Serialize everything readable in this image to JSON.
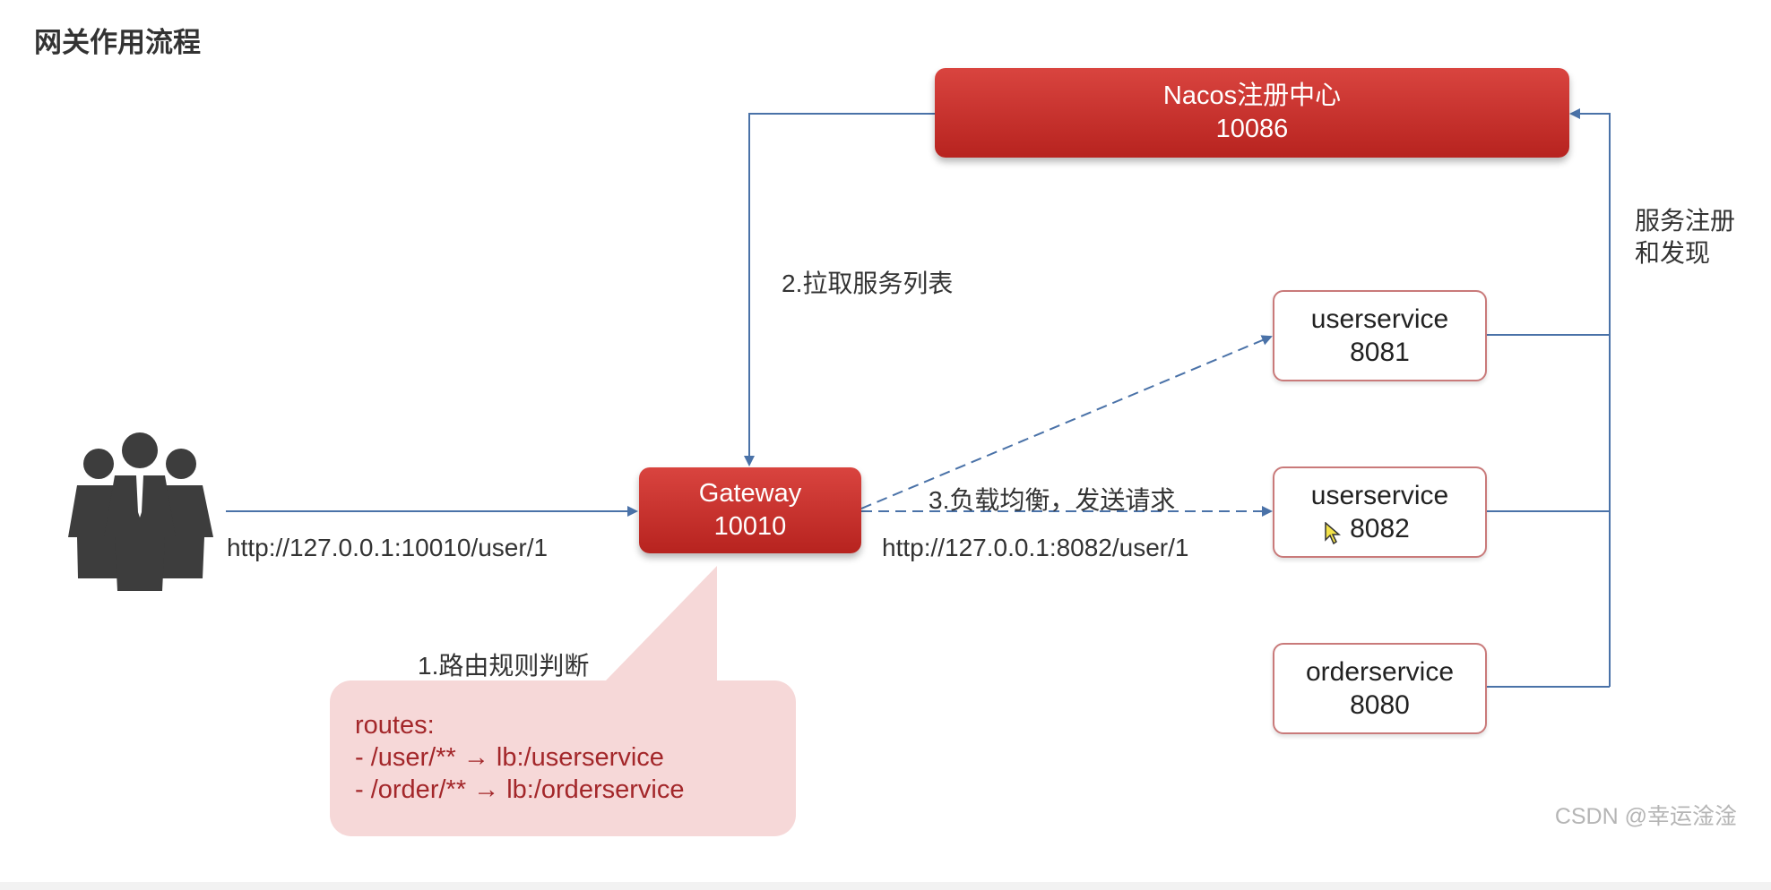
{
  "title": "网关作用流程",
  "nodes": {
    "nacos": {
      "name": "Nacos注册中心",
      "port": "10086"
    },
    "gateway": {
      "name": "Gateway",
      "port": "10010"
    },
    "userservice_1": {
      "name": "userservice",
      "port": "8081"
    },
    "userservice_2": {
      "name": "userservice",
      "port": "8082"
    },
    "orderservice": {
      "name": "orderservice",
      "port": "8080"
    }
  },
  "labels": {
    "client_url": "http://127.0.0.1:10010/user/1",
    "step1": "1.路由规则判断",
    "step2": "2.拉取服务列表",
    "step3": "3.负载均衡，发送请求",
    "target_url": "http://127.0.0.1:8082/user/1",
    "registry_line1": "服务注册",
    "registry_line2": "和发现"
  },
  "routes": {
    "header": "routes:",
    "items": [
      "-   /user/** → lb:/userservice",
      "- /order/** → lb:/orderservice"
    ]
  },
  "watermark": "CSDN @幸运淦淦",
  "icons": {
    "users": "users-group-icon",
    "pointer": "mouse-pointer-icon"
  },
  "colors": {
    "accent_red": "#c0302b",
    "connector_blue": "#4a72a8",
    "callout_pink": "#f6d8d8",
    "route_text": "#a3272a"
  }
}
